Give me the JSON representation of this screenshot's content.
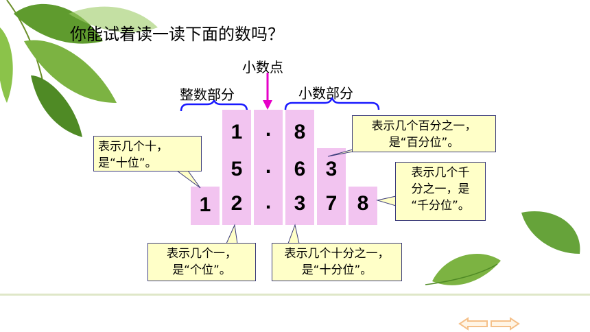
{
  "title": "你能试着读一读下面的数吗？",
  "labels": {
    "decimal_point": "小数点",
    "integer_part": "整数部分",
    "decimal_part": "小数部分"
  },
  "numbers": [
    {
      "integer": [
        "",
        "1"
      ],
      "point": ".",
      "decimals": [
        "8",
        "",
        ""
      ]
    },
    {
      "integer": [
        "",
        "5"
      ],
      "point": ".",
      "decimals": [
        "6",
        "3",
        ""
      ]
    },
    {
      "integer": [
        "1",
        "2"
      ],
      "point": ".",
      "decimals": [
        "3",
        "7",
        "8"
      ]
    }
  ],
  "callouts": {
    "tens": [
      "表示几个十，",
      "是“十位”。"
    ],
    "ones": [
      "表示几个一，",
      "是“个位”。"
    ],
    "tenths": [
      "表示几个十分之一，",
      "是“十分位”。"
    ],
    "hundredths": [
      "表示几个百分之一，",
      "是“百分位”。"
    ],
    "thousandths": [
      "表示几个千",
      "分之一，是",
      "“千分位”。"
    ]
  },
  "colors": {
    "column": "#f2c4f0",
    "callout_fill": "#ffffc8",
    "brace": "#1a1aff",
    "arrow": "#e600c8",
    "nav": "#f5c089"
  }
}
